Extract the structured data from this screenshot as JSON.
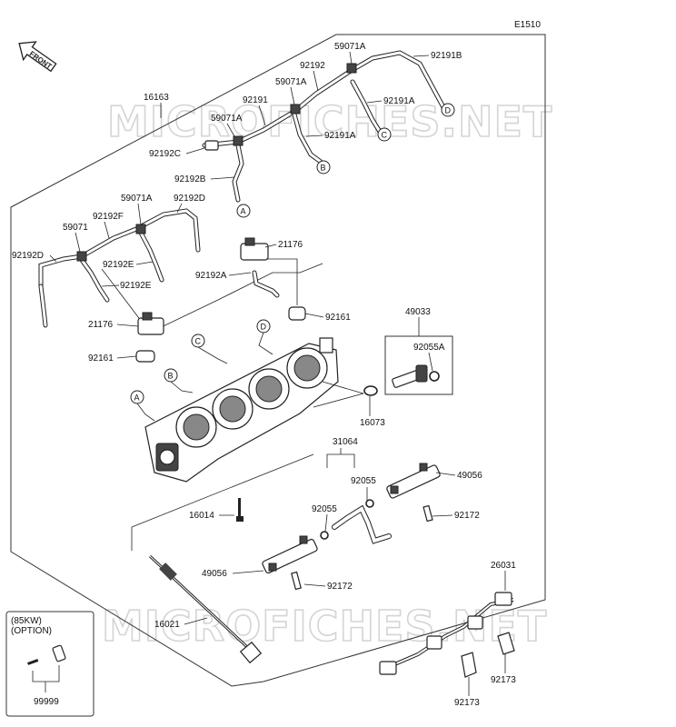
{
  "diagram_code": "E1510",
  "front_label": "FRONT",
  "watermark": "MICROFICHES.NET",
  "option_box": {
    "title": "(85KW)",
    "subtitle": "(OPTION)",
    "part": "99999"
  },
  "labels": {
    "p16163": "16163",
    "p59071A_1": "59071A",
    "p92191B": "92191B",
    "p92192_top": "92192",
    "p59071A_2": "59071A",
    "p92191A_1": "92191A",
    "p92191": "92191",
    "p59071A_3": "59071A",
    "p92191A_2": "92191A",
    "p92192C": "92192C",
    "p92192B": "92192B",
    "p59071A_4": "59071A",
    "p92192D_top": "92192D",
    "p59071": "59071",
    "p92192F": "92192F",
    "p92192D_left": "92192D",
    "p92192E_1": "92192E",
    "p92192E_2": "92192E",
    "p21176_1": "21176",
    "p92192A": "92192A",
    "p92161_1": "92161",
    "p21176_2": "21176",
    "p92161_2": "92161",
    "p49033": "49033",
    "p92055A": "92055A",
    "p16073": "16073",
    "p31064": "31064",
    "p92055_1": "92055",
    "p92055_2": "92055",
    "p49056_1": "49056",
    "p92172_1": "92172",
    "p16014": "16014",
    "p49056_2": "49056",
    "p92172_2": "92172",
    "p16021": "16021",
    "p26031": "26031",
    "p92173_1": "92173",
    "p92173_2": "92173"
  },
  "callouts": {
    "a": "A",
    "b": "B",
    "c": "C",
    "d": "D"
  }
}
